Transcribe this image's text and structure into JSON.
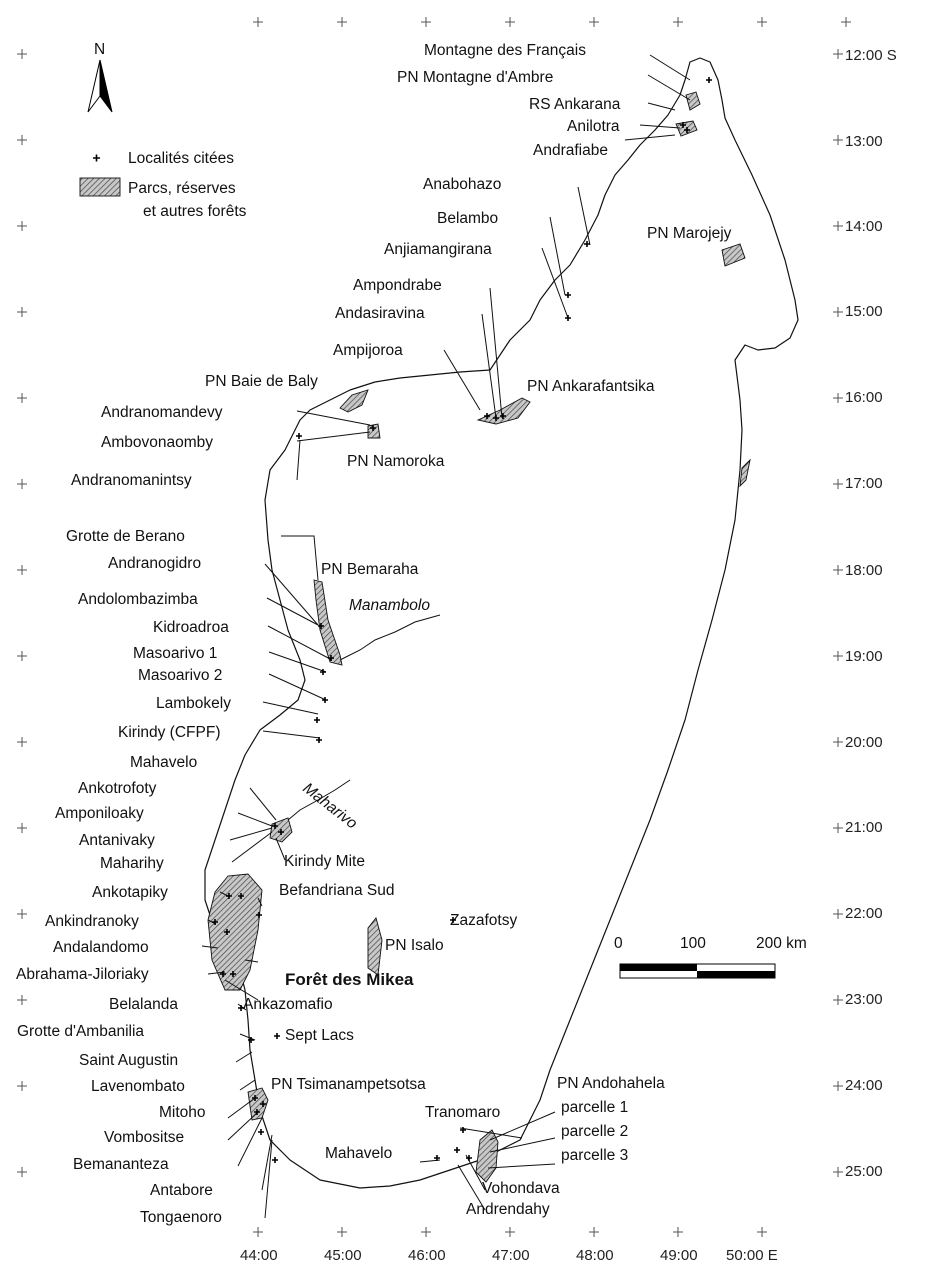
{
  "north_label": "N",
  "legend": {
    "localities": "Localités citées",
    "parks_line1": "Parcs, réserves",
    "parks_line2": "et autres forêts"
  },
  "scale": {
    "zero": "0",
    "mid": "100",
    "end": "200 km"
  },
  "lat_labels": [
    "12:00 S",
    "13:00",
    "14:00",
    "15:00",
    "16:00",
    "17:00",
    "18:00",
    "19:00",
    "20:00",
    "21:00",
    "22:00",
    "23:00",
    "24:00",
    "25:00"
  ],
  "lon_labels": [
    "44:00",
    "45:00",
    "46:00",
    "47:00",
    "48:00",
    "49:00",
    "50:00 E"
  ],
  "labels": {
    "montagne_francais": "Montagne des Français",
    "pn_montagne_ambre": "PN Montagne d'Ambre",
    "rs_ankarana": "RS Ankarana",
    "anilotra": "Anilotra",
    "andrafiabe": "Andrafiabe",
    "anabohazo": "Anabohazo",
    "belambo": "Belambo",
    "anjiamangirana": "Anjiamangirana",
    "pn_marojejy": "PN Marojejy",
    "ampondrabe": "Ampondrabe",
    "andasiravina": "Andasiravina",
    "ampijoroa": "Ampijoroa",
    "pn_baie_baly": "PN Baie de Baly",
    "pn_ankarafantsika": "PN Ankarafantsika",
    "andranomandevy": "Andranomandevy",
    "ambovonaomby": "Ambovonaomby",
    "pn_namoroka": "PN Namoroka",
    "andranomanintsy": "Andranomanintsy",
    "grotte_berano": "Grotte de Berano",
    "andranogidro": "Andranogidro",
    "pn_bemaraha": "PN Bemaraha",
    "andolombazimba": "Andolombazimba",
    "manambolo": "Manambolo",
    "kidroadroa": "Kidroadroa",
    "masoarivo1": "Masoarivo 1",
    "masoarivo2": "Masoarivo 2",
    "lambokely": "Lambokely",
    "kirindy_cfpf": "Kirindy (CFPF)",
    "mahavelo_n": "Mahavelo",
    "maharivo": "Maharivo",
    "ankotrofoty": "Ankotrofoty",
    "amponiloaky": "Amponiloaky",
    "antanivaky": "Antanivaky",
    "kirindy_mite": "Kirindy Mite",
    "maharihy": "Maharihy",
    "ankotapiky": "Ankotapiky",
    "befandriana_sud": "Befandriana Sud",
    "ankindranoky": "Ankindranoky",
    "zazafotsy": "Zazafotsy",
    "andalandomo": "Andalandomo",
    "pn_isalo": "PN Isalo",
    "abrahama": "Abrahama-Jiloriaky",
    "foret_mikea": "Forêt des Mikea",
    "ankazomafio": "Ankazomafio",
    "belalanda": "Belalanda",
    "grotte_ambanilia": "Grotte d'Ambanilia",
    "sept_lacs": "Sept Lacs",
    "saint_augustin": "Saint Augustin",
    "lavenombato": "Lavenombato",
    "pn_tsimanampetsotsa": "PN Tsimanampetsotsa",
    "pn_andohahela": "PN Andohahela",
    "parcelle1": "parcelle 1",
    "tranomaro": "Tranomaro",
    "mitoho": "Mitoho",
    "parcelle2": "parcelle 2",
    "vombositse": "Vombositse",
    "mahavelo_s": "Mahavelo",
    "parcelle3": "parcelle 3",
    "bemananteza": "Bemananteza",
    "vohondava": "Vohondava",
    "antabore": "Antabore",
    "andrendahy": "Andrendahy",
    "tongaenoro": "Tongaenoro"
  }
}
